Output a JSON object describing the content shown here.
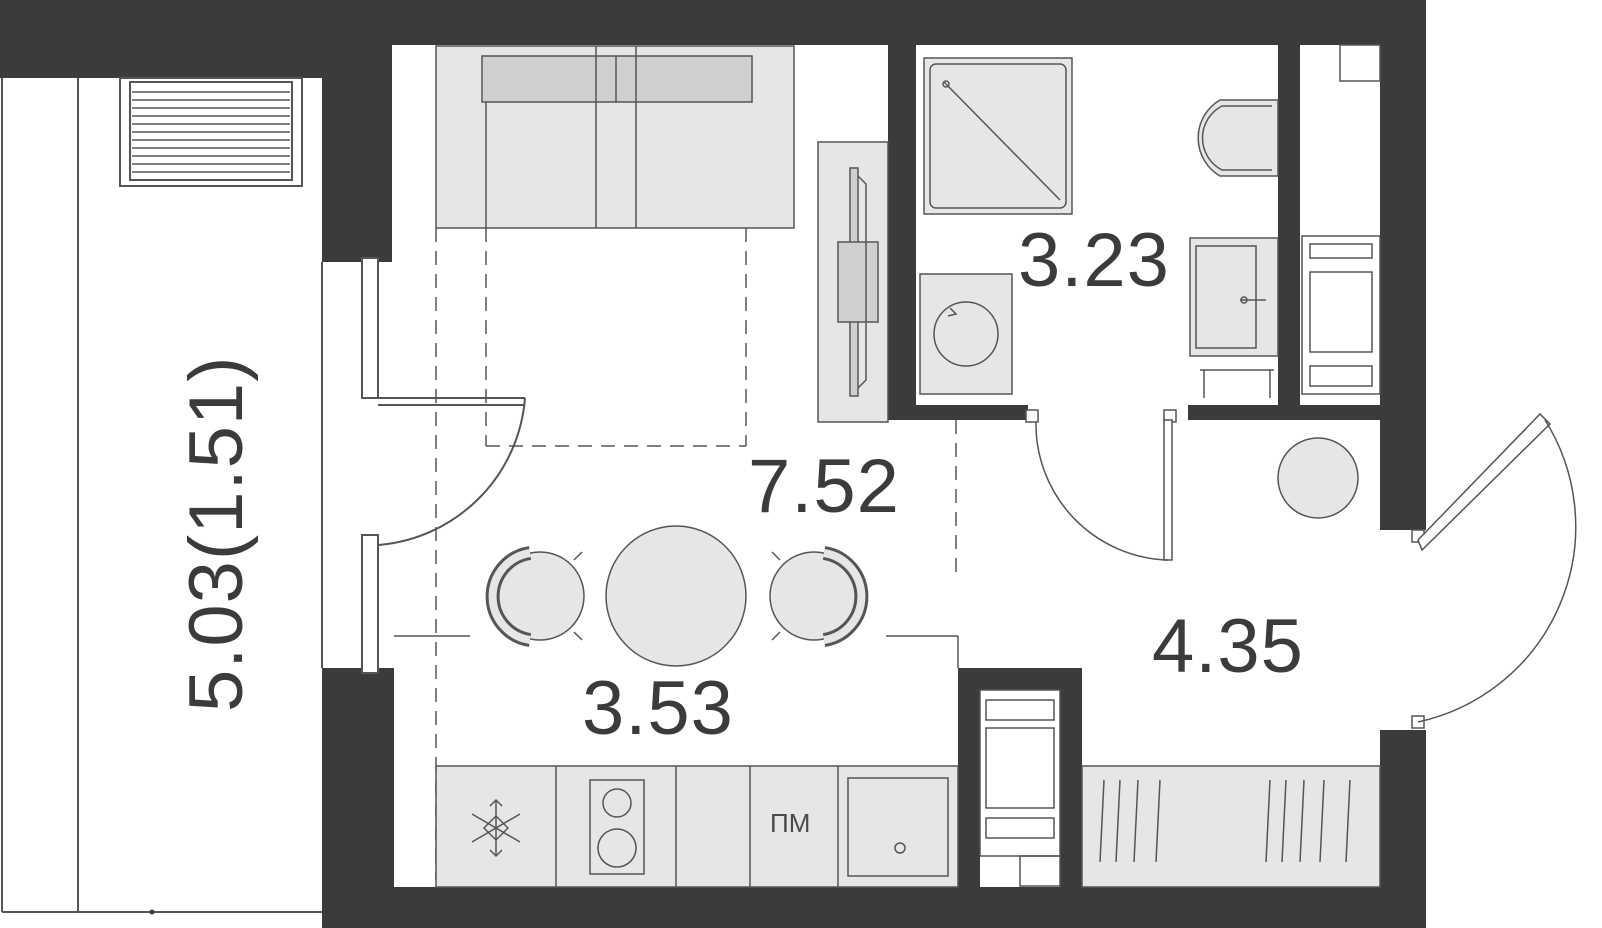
{
  "plan": {
    "areas": {
      "balcony": "5.03(1.51)",
      "living": "7.52",
      "kitchen": "3.53",
      "bathroom": "3.23",
      "hall": "4.35"
    },
    "appliance_label": "ПМ"
  },
  "colors": {
    "wall": "#3b3b3e",
    "furniture": "#e6e6e6",
    "line": "#555558"
  }
}
